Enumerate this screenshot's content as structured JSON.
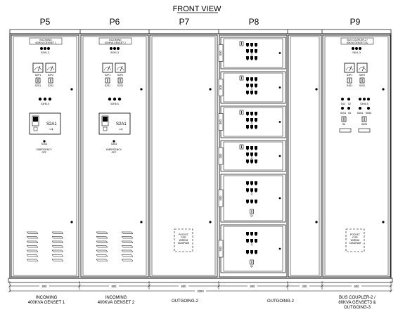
{
  "title": "FRONT VIEW",
  "panels": [
    {
      "id": "P5",
      "caption_lines": [
        "INCOMING",
        "400KVA GENSET 1"
      ],
      "nameplate": [
        "INCOMING",
        "400KVA GENSET 1"
      ],
      "labels": {
        "ss_top": "SSH1-3",
        "lamp_l": "S2P1",
        "lamp_r": "S2P2",
        "sw_l": "S2S1",
        "sw_r": "S2S2",
        "ind": "S3H5-S",
        "ctrl": "S2A1",
        "estop": "S3S3",
        "estop_text": [
          "EMERGENCY",
          "OFF"
        ]
      },
      "width_dim": "800"
    },
    {
      "id": "P6",
      "caption_lines": [
        "INCOMING",
        "400KVA GENSET 2"
      ],
      "nameplate": [
        "INCOMING",
        "400KVA GENSET 2"
      ],
      "labels": {
        "ss_top": "SSH1-3",
        "lamp_l": "S2P1",
        "lamp_r": "S2P2",
        "sw_l": "S2S1",
        "sw_r": "S2S2",
        "ind": "S3H5-S",
        "ctrl": "S2A1",
        "estop": "S3S3",
        "estop_text": [
          "EMERGENCY",
          "OFF"
        ]
      },
      "width_dim": "800"
    },
    {
      "id": "P7",
      "caption_lines": [
        "OUTGOING-2"
      ],
      "pocket": [
        "POCKET",
        "FOR",
        "WIRING",
        "DIAGRAM"
      ],
      "width_dim": "800"
    },
    {
      "id": "P8",
      "caption_lines": [
        "OUTGOING-2"
      ],
      "width_dim": "800",
      "compartments": [
        "500",
        "300",
        "300",
        "300",
        "500",
        "500"
      ]
    },
    {
      "id": "",
      "caption_lines": [],
      "width_dim": "300"
    },
    {
      "id": "P9",
      "caption_lines": [
        "BUS COUPLER-2 /",
        "80KVA GENSET3 &",
        "OUTGOING-3"
      ],
      "nameplate": [
        "BUS COUPLER-2 /",
        "80KVA GENSET3 &"
      ],
      "labels": {
        "ss_top": "S4H1-3",
        "lamp_l": "S4P1",
        "lamp_r": "S4P2",
        "sw_l": "S4S1",
        "sw_r": "S4S2",
        "ind": "S4H4-S",
        "a1": "S4C",
        "a2": "S2",
        "a3": "S4C",
        "b1": "S4S1",
        "b2": "S3",
        "b3": "S4S4",
        "b4": "S6S5",
        "c1": "S6",
        "c2": "S6S3"
      },
      "pocket": [
        "POCKET",
        "FOR",
        "WIRING",
        "DIAGRAM"
      ],
      "width_dim": "800"
    }
  ],
  "overall_dim": "3300",
  "breaker_tag": "Q",
  "breaker_tag2": "Q1"
}
